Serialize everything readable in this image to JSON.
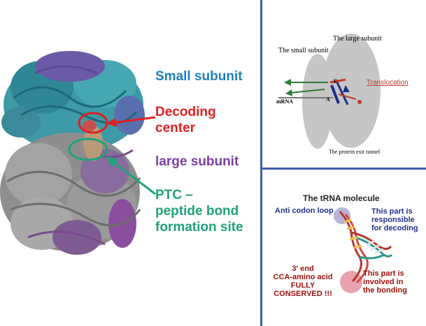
{
  "left_panel": {
    "small_subunit": "Small subunit",
    "decoding_line1": "Decoding",
    "decoding_line2": "center",
    "large_subunit": "large subunit",
    "ptc_line1": "PTC –",
    "ptc_line2": "peptide bond",
    "ptc_line3": "formation site"
  },
  "translocation_panel": {
    "small_subunit": "The small subunit",
    "large_subunit": "The large subunit",
    "mrna": "mRNA",
    "site_e": "E",
    "site_a": "A",
    "translocation": "Translocation",
    "exit_tunnel": "The protein exit tunnel"
  },
  "trna_panel": {
    "title": "The tRNA molecule",
    "anticodon": "Anti codon loop",
    "decoding_line1": "This part is",
    "decoding_line2": "responsible",
    "decoding_line3": "for decoding",
    "end_line1": "3' end",
    "end_line2": "CCA-amino acid",
    "end_line3": "FULLY",
    "end_line4": "CONSERVED !!!",
    "bonding_line1": "This part is",
    "bonding_line2": "involved in",
    "bonding_line3": "the bonding"
  },
  "colors": {
    "small_subunit": "#1f7fbf",
    "decoding": "#e02020",
    "large_subunit": "#7b3f9e",
    "ptc": "#1fa27a",
    "divider": "#3e5fa8"
  }
}
